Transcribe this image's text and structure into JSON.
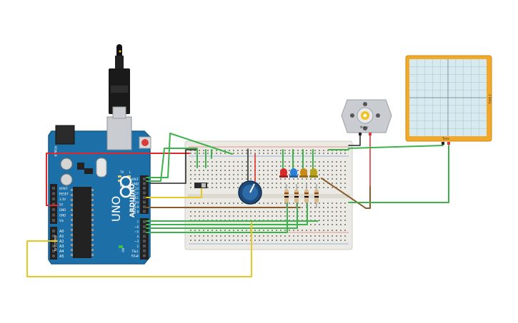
{
  "arduino": {
    "logo": "ARDUINO",
    "model": "UNO",
    "brand_icon": "arduino-infinity-icon",
    "digital_header": "DIGITAL (PWM ~)",
    "power_header": "POWER",
    "analog_header": "ANALOG IN",
    "on_label": "ON",
    "tx_label": "TX",
    "rx_label": "RX",
    "l_label": "L",
    "top_pins": [
      "AREF",
      "GND",
      "13",
      "12",
      "~11",
      "~10",
      "~9",
      "8"
    ],
    "bottom_pins": [
      "7",
      "~6",
      "~5",
      "4",
      "~3",
      "2",
      "TX▸1",
      "RX◂0"
    ],
    "power_pins": [
      "IOREF",
      "RESET",
      "3.3V",
      "5V",
      "GND",
      "GND",
      "Vin"
    ],
    "analog_pins": [
      "A0",
      "A1",
      "A2",
      "A3",
      "A4",
      "A5"
    ]
  },
  "motor": {
    "label": "Motor"
  },
  "oscilloscope": {
    "label": "Time",
    "side_label": "1 V/div"
  },
  "colors": {
    "board": "#1d6fa8",
    "board_dark": "#155a8a",
    "wire_green": "#3bb34a",
    "wire_red": "#e0262b",
    "wire_yellow": "#e8c720",
    "wire_brown": "#8b5a2b",
    "wire_black": "#222222",
    "scope_frame": "#f0a92a",
    "scope_screen": "#d6eaf0",
    "breadboard": "#eceae4"
  }
}
